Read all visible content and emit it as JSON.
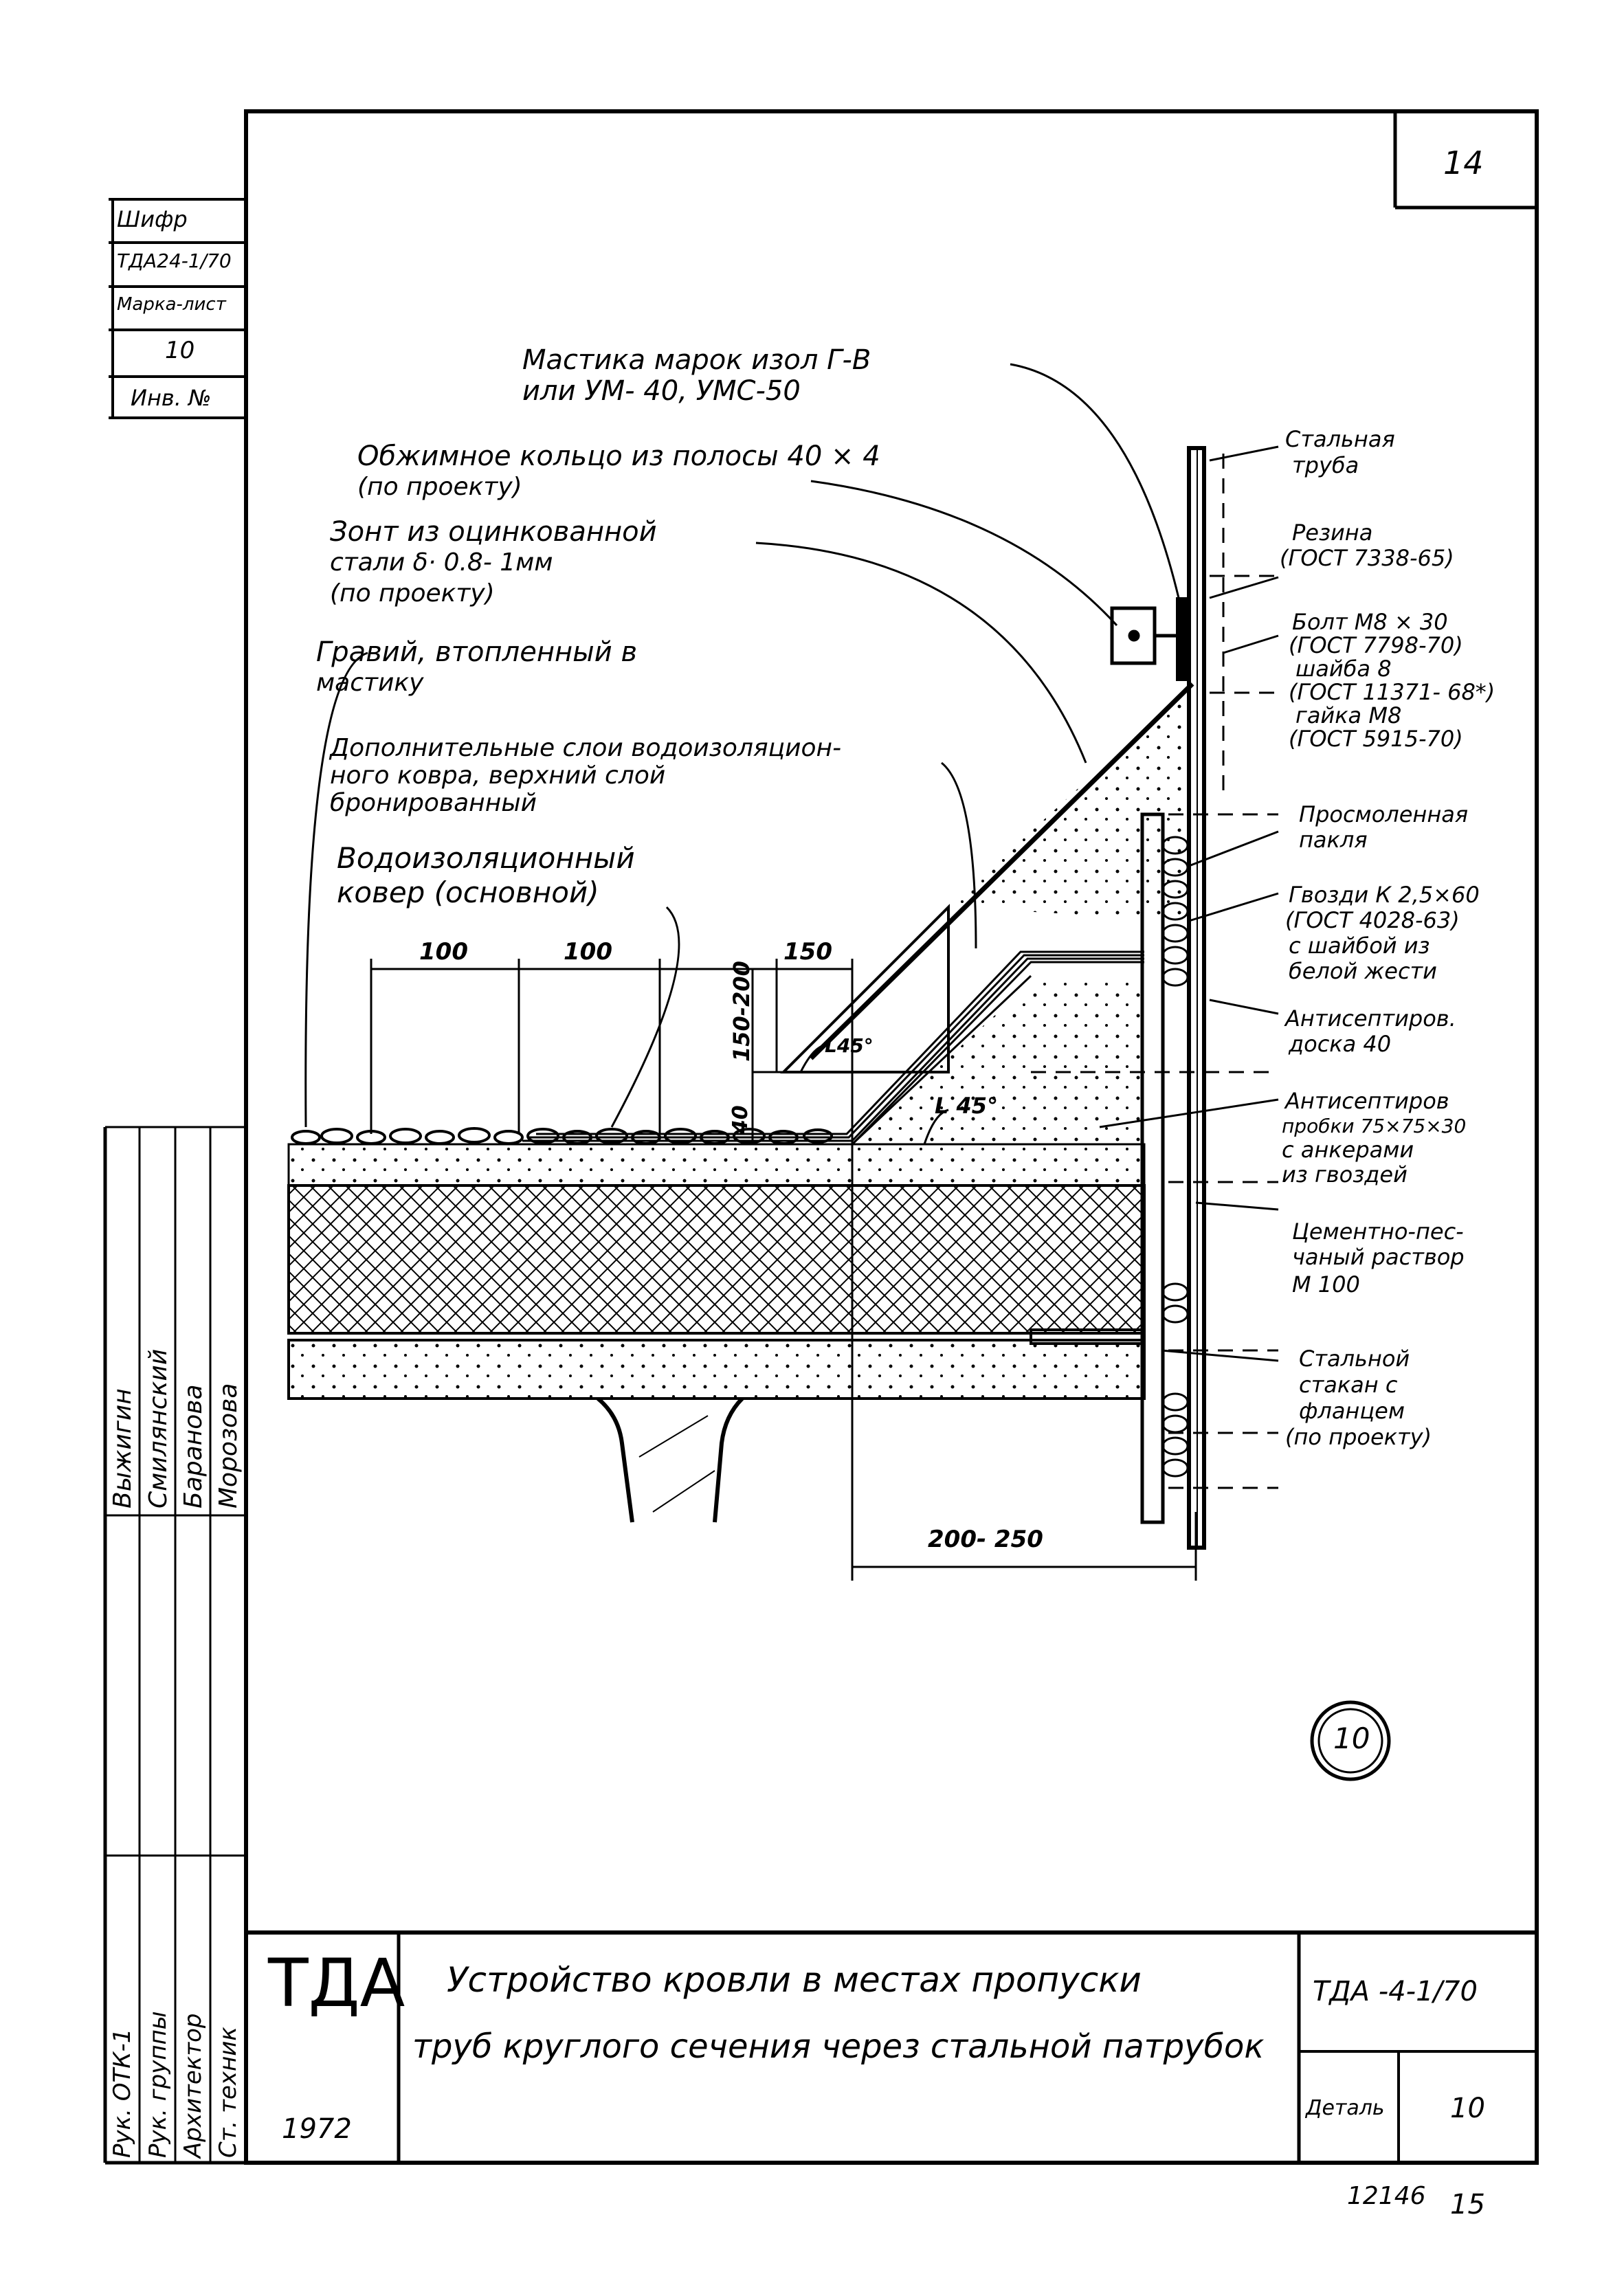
{
  "sheet_number": "14",
  "stamp": {
    "cipher_label": "Шифр",
    "cipher_value": "ТДА24-1/70",
    "mark_label": "Марка-лист",
    "mark_value": "10",
    "inv_label": "Инв. №"
  },
  "signatures": {
    "roles": [
      "Рук. ОТК-1",
      "Рук. группы",
      "Архитектор",
      "Ст. техник"
    ],
    "names": [
      "Выжигин",
      "Смилянский",
      "Баранова",
      "Морозова"
    ]
  },
  "callouts": {
    "mastic": [
      "Мастика марок изол Г-В",
      "или УМ- 40, УМС-50"
    ],
    "ring": [
      "Обжимное кольцо из полосы 40 × 4",
      "(по проекту)"
    ],
    "umbrella": [
      "Зонт из оцинкованной",
      "стали δ· 0.8- 1мм",
      "(по проекту)"
    ],
    "gravel": [
      "Гравий, втопленный в",
      "мастику"
    ],
    "extra_layers": [
      "Дополнительные слои водоизоляцион-",
      "ного ковра, верхний слой",
      "бронированный"
    ],
    "base_carpet": [
      "Водоизоляционный",
      "ковер (основной)"
    ],
    "steel_pipe": [
      "Стальная",
      "труба"
    ],
    "rubber": [
      "Резина",
      "(ГОСТ 7338-65)"
    ],
    "bolt": [
      "Болт М8 × 30",
      "(ГОСТ 7798-70)",
      "шайба 8",
      "(ГОСТ 11371- 68*)",
      "гайка М8",
      "(ГОСТ 5915-70)"
    ],
    "tow": [
      "Просмоленная",
      "пакля"
    ],
    "nails": [
      "Гвозди К 2,5×60",
      "(ГОСТ 4028-63)",
      "с шайбой из",
      "белой жести"
    ],
    "board": [
      "Антисептиров.",
      "доска 40"
    ],
    "plugs": [
      "Антисептиров",
      "пробки 75×75×30",
      "с анкерами",
      "из гвоздей"
    ],
    "mortar": [
      "Цементно-пес-",
      "чаный раствор",
      "М 100"
    ],
    "glass": [
      "Стальной",
      "стакан с",
      "фланцем",
      "(по проекту)"
    ]
  },
  "dimensions": {
    "d100a": "100",
    "d100b": "100",
    "d150": "150",
    "d150_200": "150-200",
    "d40": "40",
    "d45a": "L45°",
    "d45b": "L 45°",
    "d200_250": "200- 250"
  },
  "detail_circle": "10",
  "title_block": {
    "logo": "ТДА",
    "year": "1972",
    "title_line1": "Устройство кровли в местах пропуски",
    "title_line2": "труб круглого сечения через стальной патрубок",
    "code": "ТДА -4-1/70",
    "detail_label": "Деталь",
    "detail_value": "10"
  },
  "footer": {
    "stock_number": "12146",
    "page": "15"
  }
}
